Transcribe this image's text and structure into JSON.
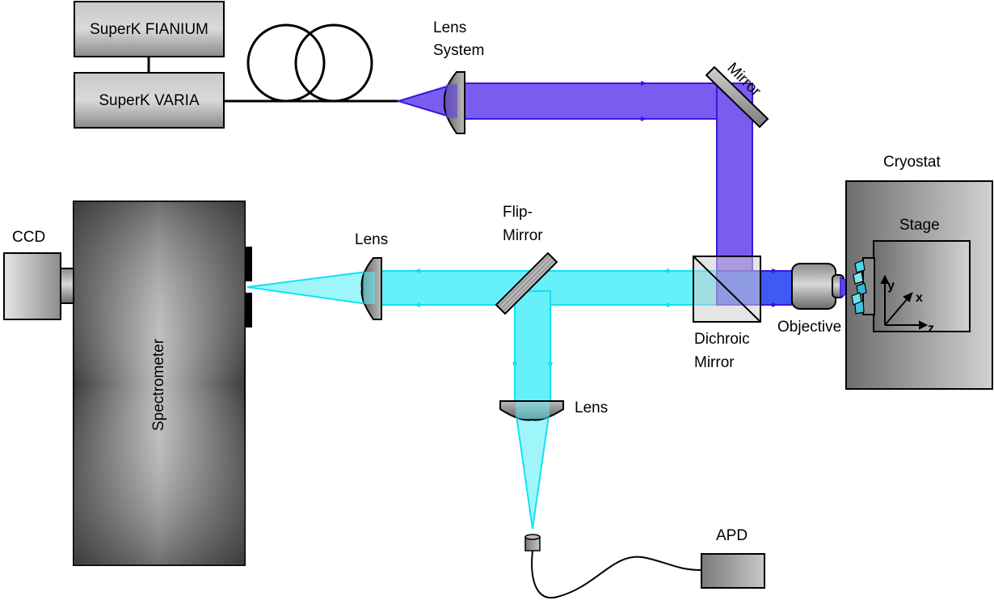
{
  "labels": {
    "superk_fianium": "SuperK FIANIUM",
    "superk_varia": "SuperK VARIA",
    "lens_system_line1": "Lens",
    "lens_system_line2": "System",
    "mirror": "Mirror",
    "cryostat": "Cryostat",
    "stage": "Stage",
    "ccd": "CCD",
    "lens_left": "Lens",
    "flip_mirror_line1": "Flip-",
    "flip_mirror_line2": "Mirror",
    "spectrometer": "Spectrometer",
    "dichroic_line1": "Dichroic",
    "dichroic_line2": "Mirror",
    "objective": "Objective",
    "lens_bottom": "Lens",
    "apd": "APD",
    "axis_x": "x",
    "axis_y": "y",
    "axis_z": "z"
  },
  "colors": {
    "excitation_beam": "#7B5CF0",
    "excitation_edge": "#3A17D8",
    "collection_beam": "#66F0FA",
    "collection_edge": "#13E0F0",
    "focused_beam": "#3F59F5"
  }
}
